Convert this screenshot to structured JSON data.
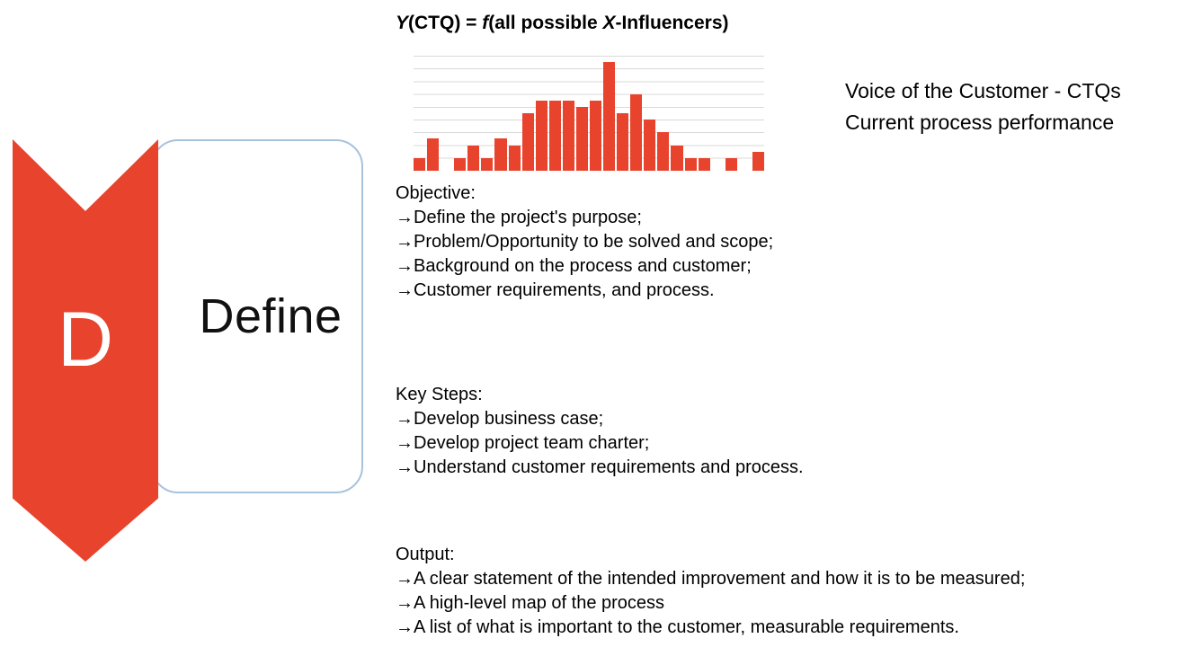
{
  "stage": {
    "letter": "D",
    "name": "Define"
  },
  "formula": {
    "y": "Y",
    "mid1": "(CTQ) = ",
    "f": "f",
    "mid2": "(all possible ",
    "x": "X",
    "end": "-Influencers)"
  },
  "right_notes": {
    "line1": "Voice of the Customer - CTQs",
    "line2": "Current process performance"
  },
  "sections": {
    "objective": {
      "heading": "Objective:",
      "items": [
        "→Define the project's purpose;",
        "→Problem/Opportunity to be solved and scope;",
        "→Background on the process and customer;",
        "→Customer requirements, and process."
      ]
    },
    "key_steps": {
      "heading": "Key Steps:",
      "items": [
        "→Develop business case;",
        "→Develop project team charter;",
        "→Understand customer requirements and process."
      ]
    },
    "output": {
      "heading": "Output:",
      "items": [
        "→A clear statement of the intended improvement and how it is to be measured;",
        "→A high-level map of the process",
        "→A list of what is important to the customer, measurable requirements."
      ]
    }
  },
  "chart_data": {
    "type": "bar",
    "title": "Y(CTQ) = f(all possible X-Influencers)",
    "xlabel": "",
    "ylabel": "",
    "values": [
      1,
      2.5,
      0,
      1,
      2,
      1,
      2.5,
      2,
      4.5,
      5.5,
      5.5,
      5.5,
      5,
      5.5,
      8.5,
      4.5,
      6,
      4,
      3,
      2,
      1,
      1,
      0,
      1,
      0,
      1.5
    ],
    "ylim": [
      0,
      9
    ],
    "grid": true,
    "legend": "none",
    "bar_color": "#E8432D",
    "grid_color": "#D9D9D9"
  },
  "colors": {
    "arrow": "#E8432D",
    "letter": "#FFFFFF",
    "box_border": "#A8C2DC",
    "text": "#000000"
  }
}
